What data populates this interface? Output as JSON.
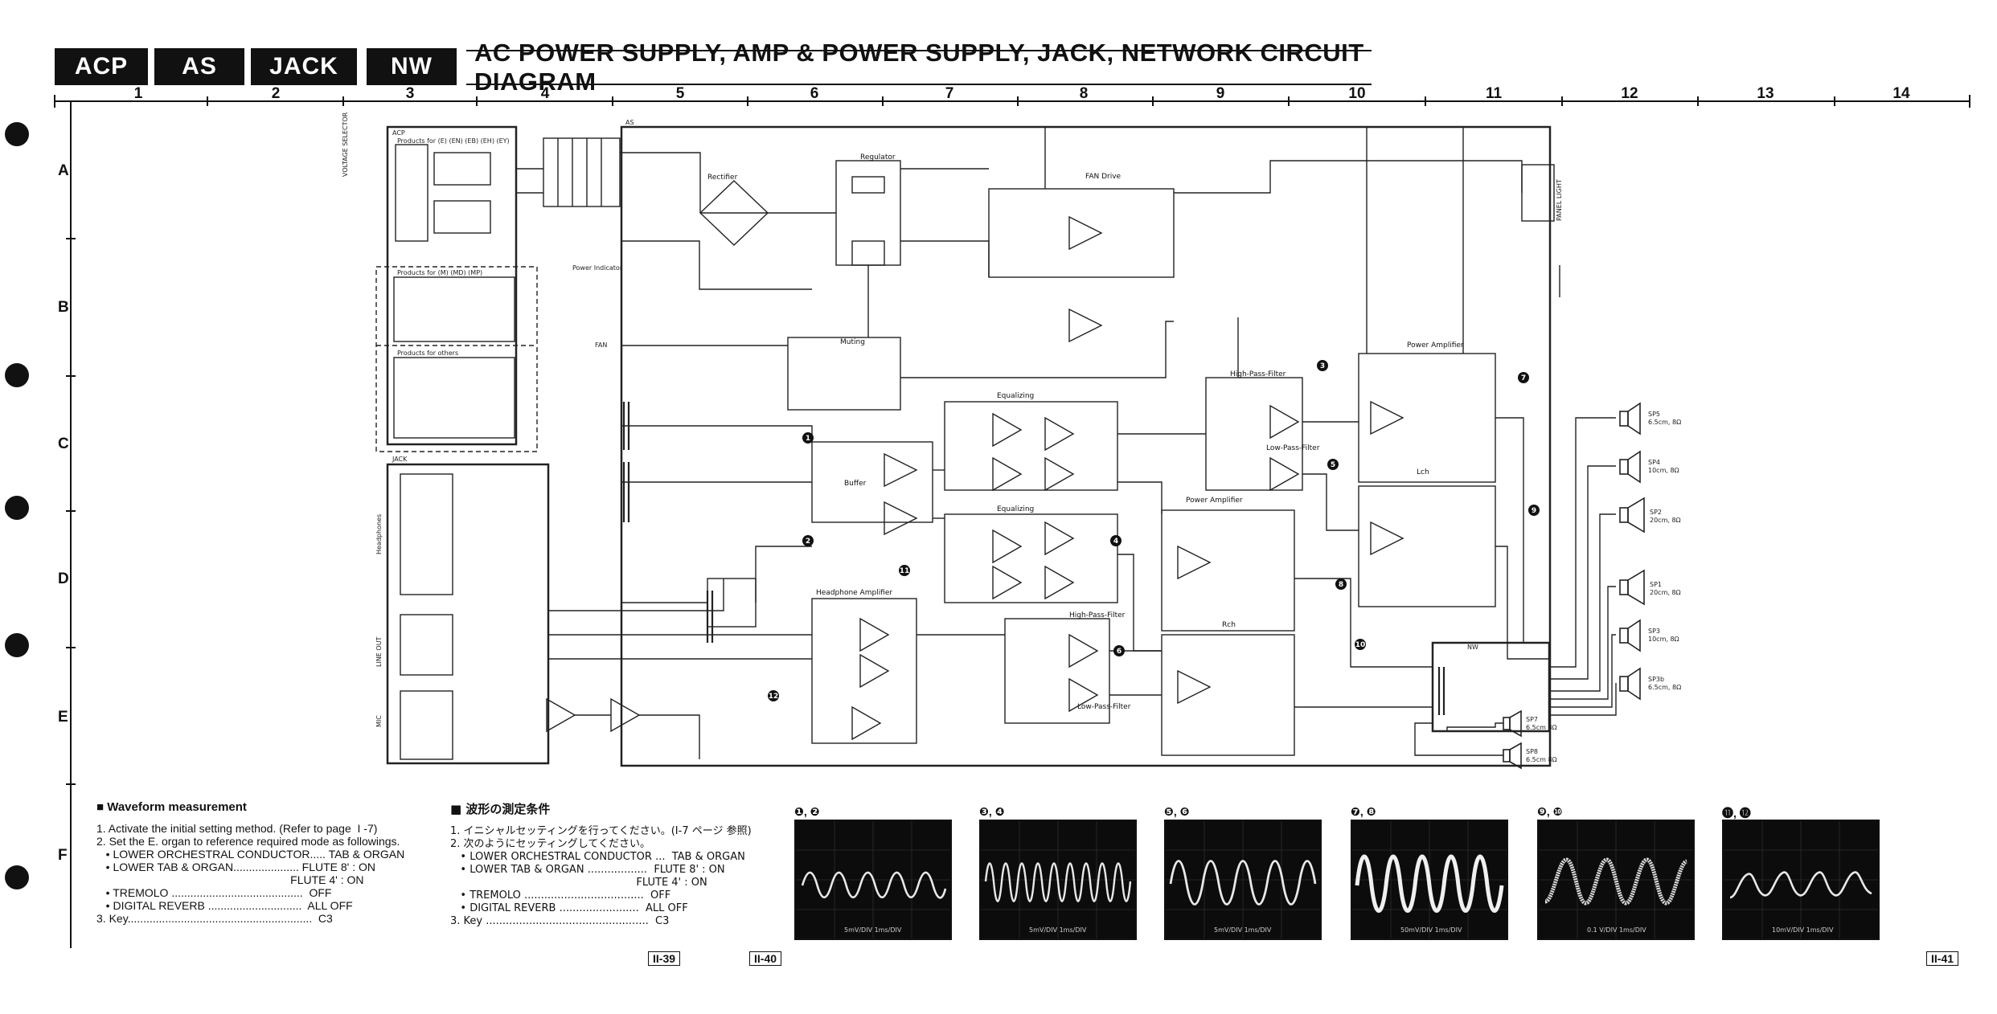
{
  "header": {
    "tabs": [
      "ACP",
      "AS",
      "JACK",
      "NW"
    ],
    "title": "AC POWER SUPPLY, AMP & POWER SUPPLY, JACK, NETWORK CIRCUIT DIAGRAM"
  },
  "grid": {
    "columns": [
      "1",
      "2",
      "3",
      "4",
      "5",
      "6",
      "7",
      "8",
      "9",
      "10",
      "11",
      "12",
      "13",
      "14"
    ],
    "rows": [
      "A",
      "B",
      "C",
      "D",
      "E",
      "F"
    ]
  },
  "blocks": {
    "rectifier": "Rectifier",
    "regulator": "Regulator",
    "fan_drive": "FAN Drive",
    "muting": "Muting",
    "buffer": "Buffer",
    "equalizing_1": "Equalizing",
    "equalizing_2": "Equalizing",
    "headphone_amp": "Headphone Amplifier",
    "hpf_1": "High-Pass-Filter",
    "lpf_1": "Low-Pass-Filter",
    "hpf_2": "High-Pass-Filter",
    "lpf_2": "Low-Pass-Filter",
    "power_amp_1": "Power Amplifier",
    "power_amp_2": "Power Amplifier",
    "lch": "Lch",
    "rch": "Rch",
    "power_indicator": "Power Indicator",
    "fan": "FAN",
    "products_1": "Products for (E) (EN) (EB) (EH) (EY)",
    "products_2": "Products for (M) (MD) (MP)",
    "products_3": "Products for others",
    "panel_light": "PANEL LIGHT",
    "voltage_selector": "VOLTAGE SELECTOR",
    "headphones": "Headphones",
    "line_out": "LINE OUT",
    "mic": "MIC",
    "acp": "ACP",
    "as": "AS",
    "jack": "JACK",
    "nw": "NW"
  },
  "speakers": [
    {
      "id": "SP5",
      "spec": "6.5cm, 8Ω"
    },
    {
      "id": "SP4",
      "spec": "10cm, 8Ω"
    },
    {
      "id": "SP2",
      "spec": "20cm, 8Ω"
    },
    {
      "id": "SP1",
      "spec": "20cm, 8Ω"
    },
    {
      "id": "SP3",
      "spec": "10cm, 8Ω"
    },
    {
      "id": "SP3b",
      "spec": "6.5cm, 8Ω"
    },
    {
      "id": "SP7",
      "spec": "6.5cm 8Ω"
    },
    {
      "id": "SP8",
      "spec": "6.5cm 8Ω"
    }
  ],
  "waveform_en": {
    "heading": "Waveform measurement",
    "lines": [
      "1. Activate the initial setting method. (Refer to page  I -7)",
      "2. Set the E. organ to reference required mode as followings.",
      "   • LOWER ORCHESTRAL CONDUCTOR..... TAB & ORGAN",
      "   • LOWER TAB & ORGAN..................... FLUTE 8' : ON",
      "                                                              FLUTE 4' : ON",
      "   • TREMOLO ..........................................  OFF",
      "   • DIGITAL REVERB ..............................  ALL OFF",
      "3. Key...........................................................  C3"
    ]
  },
  "waveform_jp": {
    "heading": "波形の測定条件",
    "lines": [
      "1. イニシャルセッティングを行ってください。(I-7 ページ 参照)",
      "2. 次のようにセッティングしてください。",
      "   • LOWER ORCHESTRAL CONDUCTOR ...  TAB & ORGAN",
      "   • LOWER TAB & ORGAN ..................  FLUTE 8' : ON",
      "                                                        FLUTE 4' : ON",
      "   • TREMOLO ....................................  OFF",
      "   • DIGITAL REVERB ........................  ALL OFF",
      "3. Key .................................................  C3"
    ]
  },
  "scopes": [
    {
      "label": "❶, ❷",
      "footer": "5mV/DIV   1ms/DIV"
    },
    {
      "label": "❸, ❹",
      "footer": "5mV/DIV   1ms/DIV"
    },
    {
      "label": "❺, ❻",
      "footer": "5mV/DIV   1ms/DIV"
    },
    {
      "label": "❼, ❽",
      "footer": "50mV/DIV   1ms/DIV"
    },
    {
      "label": "❾, ❿",
      "footer": "0.1 V/DIV   1ms/DIV"
    },
    {
      "label": "⓫, ⓬",
      "footer": "10mV/DIV   1ms/DIV"
    }
  ],
  "pages": {
    "p1": "II-39",
    "p2": "II-40",
    "p3": "II-41"
  },
  "test_points": [
    "1",
    "2",
    "3",
    "4",
    "5",
    "6",
    "7",
    "8",
    "9",
    "10",
    "11",
    "12"
  ]
}
